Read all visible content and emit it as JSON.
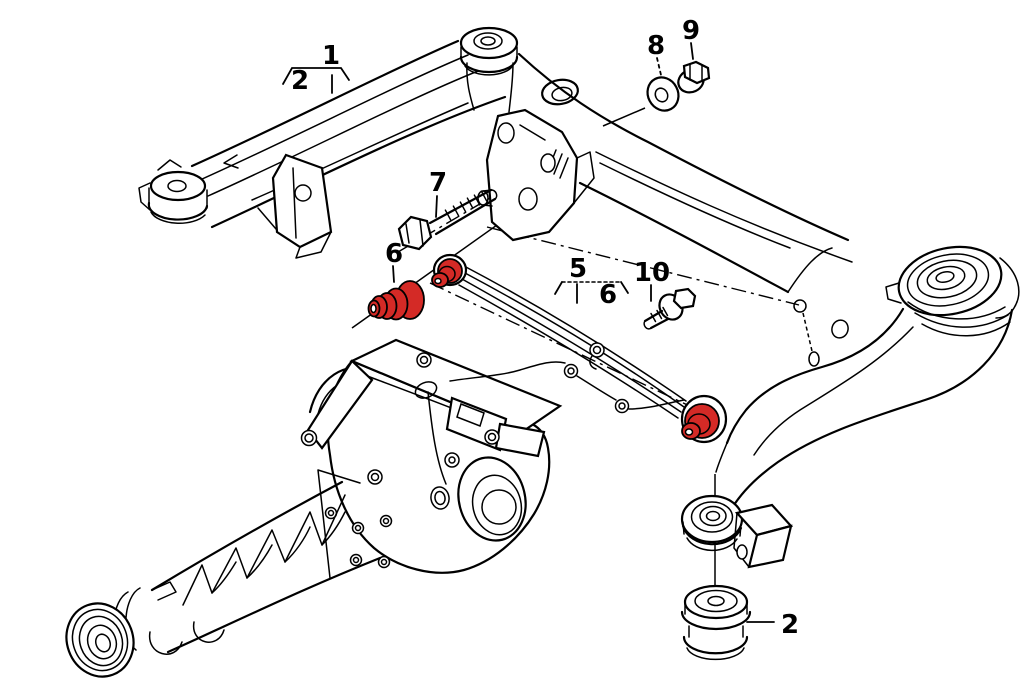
{
  "diagram": {
    "kind": "parts-diagram",
    "background_color": "#ffffff",
    "line_color": "#000000",
    "highlight_color": "#d42a26",
    "callouts": [
      {
        "label": "1",
        "points_to": "rear-subframe"
      },
      {
        "label": "2",
        "points_to": "rear-subframe-alt"
      },
      {
        "label": "7",
        "points_to": "hex-bolt"
      },
      {
        "label": "8",
        "points_to": "washer"
      },
      {
        "label": "9",
        "points_to": "hex-nut"
      },
      {
        "label": "5",
        "points_to": "tie-rod"
      },
      {
        "label": "6",
        "points_to": "tie-rod-bushing"
      },
      {
        "label": "10",
        "points_to": "small-hex-bolt"
      },
      {
        "label": "6",
        "points_to": "rubber-bushing-highlighted"
      },
      {
        "label": "2",
        "points_to": "subframe-mount-bushing"
      }
    ],
    "highlighted_parts": [
      {
        "name": "bushing-6-standalone",
        "color": "#d42a26"
      },
      {
        "name": "bushing-6-front-eye",
        "color": "#d42a26"
      },
      {
        "name": "bushing-6-rear-eye",
        "color": "#d42a26"
      }
    ]
  }
}
